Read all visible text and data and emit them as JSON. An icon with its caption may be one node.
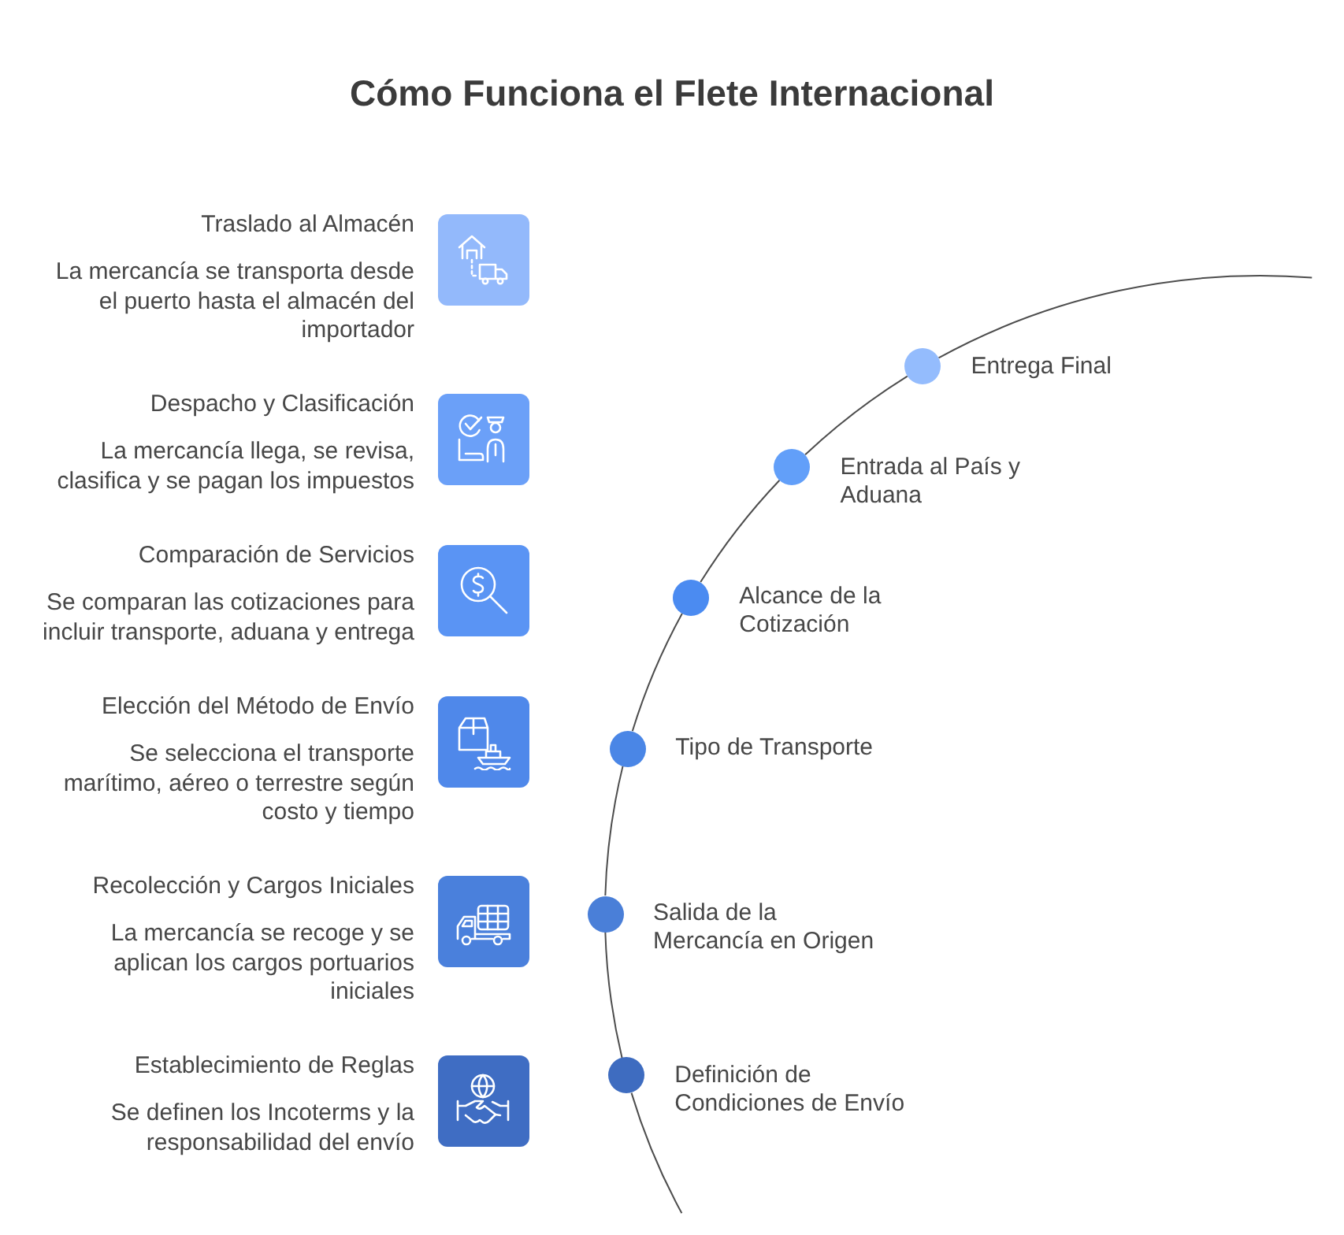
{
  "diagram": {
    "title": "Cómo Funciona el Flete Internacional",
    "nodes": [
      {
        "text": [
          "Traslado al Almacén",
          "La mercancía se transporta desde el puerto hasta el almacén del importador"
        ]
      },
      {
        "text": [
          "Despacho y Clasificación",
          "La mercancía llega, se revisa, clasifica y se pagan los impuestos"
        ]
      },
      {
        "text": [
          "Comparación de Servicios",
          "Se comparan las cotizaciones para incluir transporte, aduana y entrega"
        ]
      },
      {
        "text": [
          "Elección del Método de Envío",
          "Se selecciona el transporte marítimo, aéreo o terrestre según costo y tiempo"
        ]
      },
      {
        "text": [
          "Recolección y Cargos Iniciales",
          "La mercancía se recoge y se aplican los cargos portuarios iniciales"
        ]
      },
      {
        "text": [
          "Establecimiento de Reglas",
          "Se definen los Incoterms y la responsabilidad del envío"
        ]
      },
      {
        "text": [
          "Entrega Final"
        ]
      },
      {
        "text": [
          "Entrada al País y Aduana"
        ]
      },
      {
        "text": [
          "Alcance de la Cotización"
        ]
      },
      {
        "text": [
          "Tipo de Transporte"
        ]
      },
      {
        "text": [
          "Salida de la Mercancía en Origen"
        ]
      },
      {
        "text": [
          "Definición de Condiciones de Envío"
        ]
      }
    ],
    "edges": [
      {
        "from": null,
        "to": 11,
        "arrow": "none"
      },
      {
        "from": 11,
        "to": 10,
        "arrow": "none"
      },
      {
        "from": 10,
        "to": 9,
        "arrow": "none"
      },
      {
        "from": 9,
        "to": 8,
        "arrow": "none"
      },
      {
        "from": 8,
        "to": 7,
        "arrow": "none"
      },
      {
        "from": 7,
        "to": 6,
        "arrow": "none"
      },
      {
        "from": 6,
        "to": null,
        "arrow": "none"
      }
    ]
  }
}
